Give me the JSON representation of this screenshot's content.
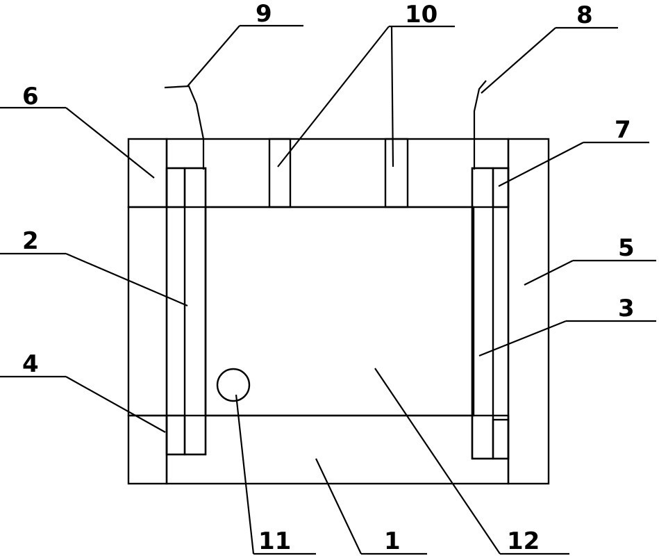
{
  "diagram": {
    "labels": {
      "l1": "1",
      "l2": "2",
      "l3": "3",
      "l4": "4",
      "l5": "5",
      "l6": "6",
      "l7": "7",
      "l8": "8",
      "l9": "9",
      "l10": "10",
      "l11": "11",
      "l12": "12"
    },
    "colors": {
      "ink": "#000000",
      "paper": "#ffffff"
    }
  }
}
